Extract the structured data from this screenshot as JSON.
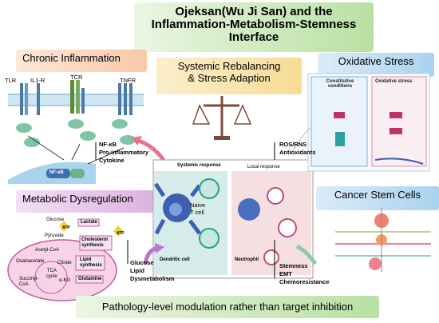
{
  "title": {
    "line1": "Ojeksan(Wu Ji San) and the",
    "line2": "Inflammation-Metabolism-Stemness",
    "line3": "Interface"
  },
  "sections": {
    "chronic": "Chronic Inflammation",
    "systemic_line1": "Systemic Rebalancing",
    "systemic_line2": "& Stress Adaption",
    "oxidative": "Oxidative Stress",
    "metabolic": "Metabolic Dysregulation",
    "csc": "Cancer Stem Cells"
  },
  "inflammation": {
    "receptors": [
      "TLR",
      "IL1-R",
      "TCR",
      "TNFR"
    ],
    "nfkb_label": "NF-κB",
    "outputs": [
      "NF-κB",
      "Pro-inflammatory",
      "Cytokine"
    ]
  },
  "oxidative": {
    "outputs": [
      "ROS/RNS",
      "Antioxidants"
    ],
    "panel_left": [
      "Constitutive",
      "conditions"
    ],
    "panel_right": "Oxidative stress"
  },
  "center": {
    "systemic_response": "Systemic response",
    "local_response": "Local response",
    "naive": [
      "Naive",
      "T cell"
    ],
    "dendritic": "Dendritic cell",
    "neutrophil": "Neutrophil"
  },
  "metabolism": {
    "glucose": "Glucose",
    "atp": "ATP",
    "pyruvate": "Pyruvate",
    "lactate": "Lactate",
    "acetyl": "Acetyl-CoA",
    "cholesterol": [
      "Cholesterol",
      "synthesis"
    ],
    "oxaloacetate": "Oxaloacetate",
    "citrate": "Citrate",
    "tca": [
      "TCA",
      "cycle"
    ],
    "lipid": [
      "Lipid",
      "synthesis"
    ],
    "succinyl": [
      "Succinyl-",
      "CoA"
    ],
    "akg": "α-KG",
    "glutamine": "Glutamine",
    "outputs": [
      "Glucose",
      "Lipid",
      "Dysmetabolism"
    ]
  },
  "csc": {
    "outputs": [
      "Stemness",
      "EMT",
      "Chemoresistance"
    ]
  },
  "footer": "Pathology-level modulation rather than target inhibition",
  "colors": {
    "green": "#b9e0a2",
    "orange": "#f9c8a8",
    "yellow": "#f7dc96",
    "blue": "#a9d2ef",
    "purple": "#dcb2e0",
    "arrow_pink": "#e8748c",
    "arrow_purple": "#b878c8"
  }
}
